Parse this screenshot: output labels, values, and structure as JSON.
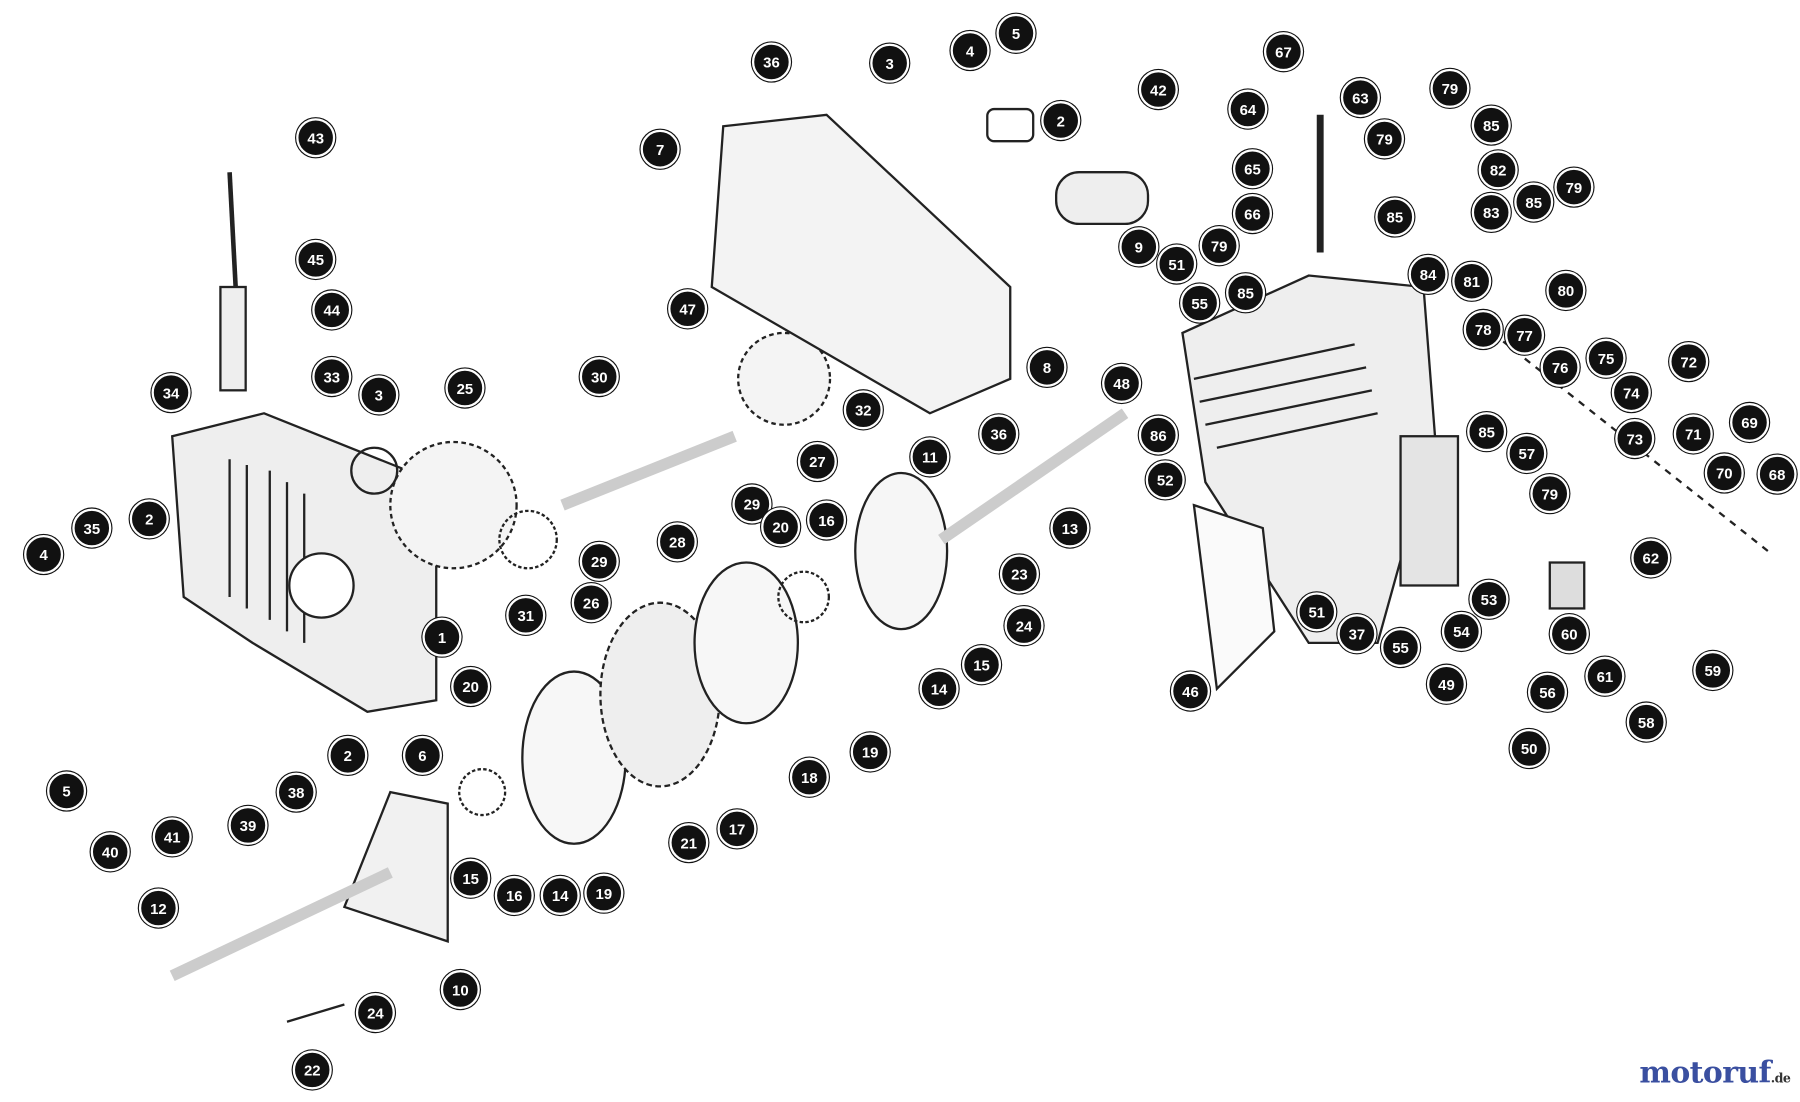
{
  "diagram": {
    "type": "exploded parts diagram",
    "callouts": [
      "43",
      "45",
      "44",
      "34",
      "33",
      "3",
      "25",
      "35",
      "2",
      "4",
      "1",
      "31",
      "26",
      "30",
      "28",
      "29",
      "29",
      "27",
      "47",
      "7",
      "36",
      "3",
      "4",
      "5",
      "2",
      "42",
      "9",
      "8",
      "32",
      "36",
      "51",
      "55",
      "48",
      "86",
      "52",
      "11",
      "13",
      "23",
      "24",
      "15",
      "14",
      "16",
      "20",
      "19",
      "18",
      "17",
      "21",
      "20",
      "6",
      "2",
      "38",
      "39",
      "41",
      "40",
      "5",
      "15",
      "16",
      "14",
      "19",
      "10",
      "12",
      "24",
      "22",
      "67",
      "64",
      "63",
      "79",
      "79",
      "85",
      "82",
      "85",
      "83",
      "65",
      "66",
      "79",
      "85",
      "84",
      "81",
      "79",
      "85",
      "80",
      "78",
      "77",
      "76",
      "75",
      "74",
      "73",
      "72",
      "85",
      "57",
      "71",
      "69",
      "68",
      "70",
      "79",
      "62",
      "59",
      "61",
      "58",
      "60",
      "56",
      "53",
      "50",
      "49",
      "54",
      "55",
      "37",
      "51",
      "46"
    ]
  },
  "watermark": {
    "name": "motoruf",
    "tld": ".de",
    "colors": [
      "#3a4fa0",
      "#c0392b",
      "#e6a817",
      "#2e8b57"
    ]
  }
}
